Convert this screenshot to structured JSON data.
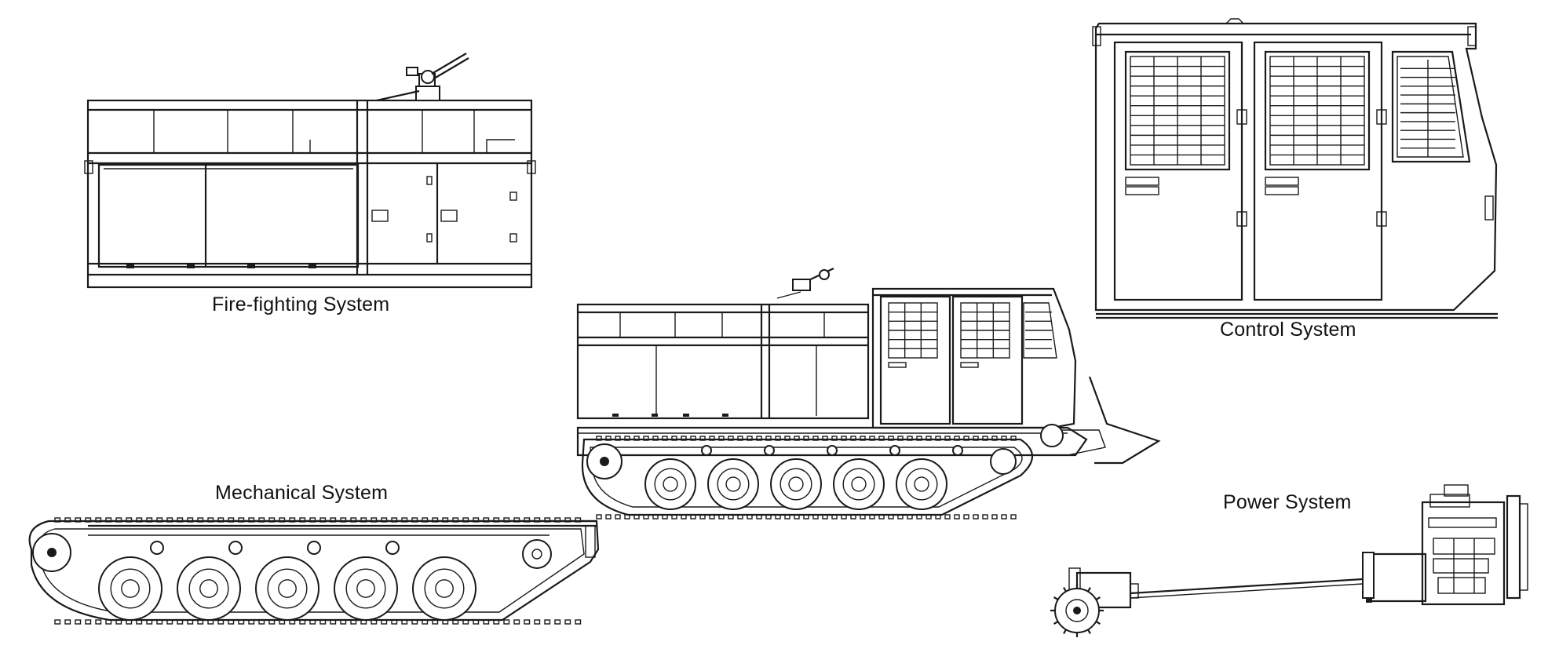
{
  "labels": {
    "fire_fighting": "Fire-fighting System",
    "control": "Control System",
    "mechanical": "Mechanical System",
    "power": "Power System"
  }
}
